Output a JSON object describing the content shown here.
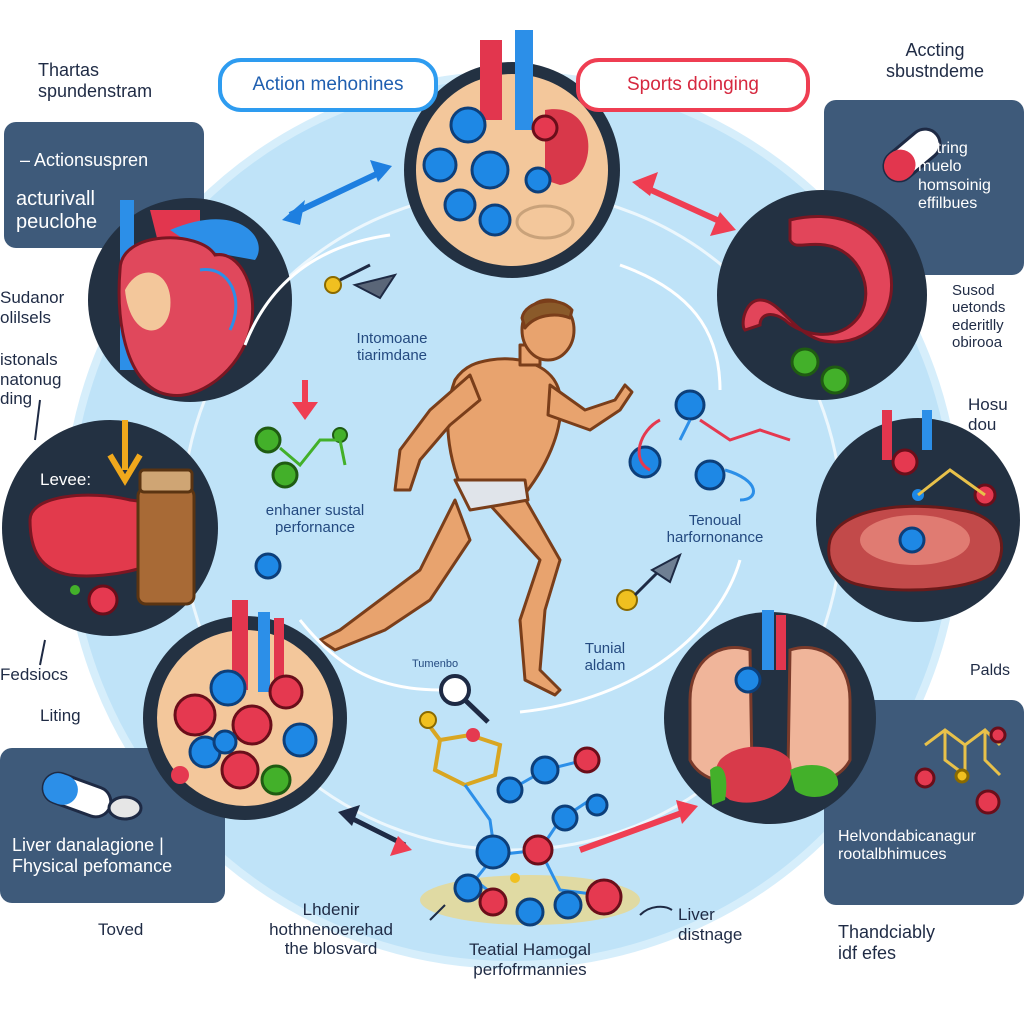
{
  "labels": {
    "top_left": "Thartas\nspundenstram",
    "top_right": "Accting\nsbustndeme",
    "pill_left": "Action mehonines",
    "pill_right": "Sports doinging",
    "left_panel_title": "– Actionsuspren",
    "left_panel_body": "acturivall\npeuclohe",
    "left_side_a": "Sudanor\nolilsels",
    "left_side_b": "istonals\nnatonug\nding",
    "liver_label": "Levee:",
    "fedsiocs": "Fedsiocs",
    "liting": "Liting",
    "bottom_left_panel": "Liver danalagione |\nFhysical pefomance",
    "toved": "Toved",
    "bottom_center_left": "Lhdenir\nhothnenoerehad\nthe blosvard",
    "bottom_center": "Teatial Hamogal\nperfofrmannies",
    "bottom_liver": "Liver\ndistnage",
    "bottom_right": "Thandciably\nidf efes",
    "right_panel_top": "Actring\nmuelo\nhomsoinig\neffilbues",
    "right_side_a": "Susod\nuetonds\nederitlly\nobirooa",
    "right_side_b": "Hosu\ndou",
    "palds": "Palds",
    "right_panel_bottom": "Helvondabicanagur\nrootalbhimuces",
    "center_1": "Intomoane\ntiarimdane",
    "center_2": "enhaner sustal\nperfornance",
    "center_3": "Tenoual\nharfornonance",
    "center_4": "Tunial\naldam",
    "center_5": "Tumenbo"
  },
  "colors": {
    "big_circle": "#bfe3f8",
    "circle_rim": "#d6eefb",
    "dark_circle": "#233142",
    "panel": "#3e5a7a",
    "accent_blue": "#2e9cf0",
    "accent_red": "#ef3e52",
    "molecule_blue": "#1e88e5",
    "molecule_red": "#e53950",
    "molecule_green": "#43b02a",
    "skin": "#e8a36e"
  },
  "icons": [
    "heart-icon",
    "liver-icon",
    "stomach-icon",
    "lungs-icon",
    "blood-vessel-icon",
    "steak-icon",
    "pill-icon",
    "capsule-icon",
    "jar-icon",
    "magnifier-icon",
    "molecule-icon",
    "runner-figure",
    "arrow-icon"
  ]
}
